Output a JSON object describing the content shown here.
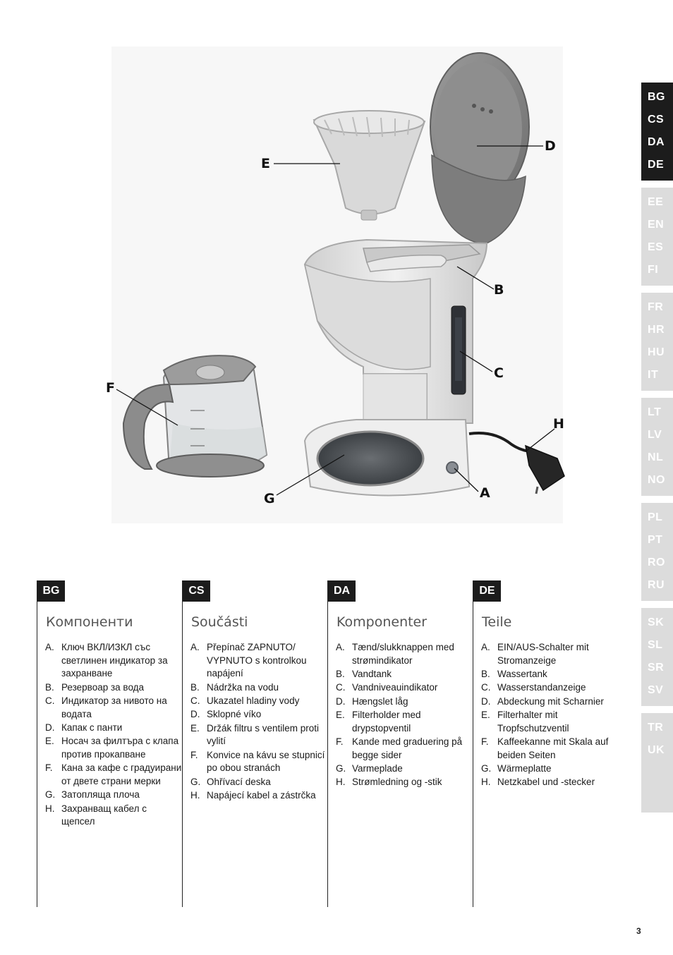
{
  "figure": {
    "callouts": [
      "A",
      "B",
      "C",
      "D",
      "E",
      "F",
      "G",
      "H"
    ]
  },
  "language_tabs": [
    {
      "codes": [
        "BG",
        "CS",
        "DA",
        "DE"
      ],
      "active": true
    },
    {
      "codes": [
        "EE",
        "EN",
        "ES",
        "FI"
      ],
      "active": false
    },
    {
      "codes": [
        "FR",
        "HR",
        "HU",
        "IT"
      ],
      "active": false
    },
    {
      "codes": [
        "LT",
        "LV",
        "NL",
        "NO"
      ],
      "active": false
    },
    {
      "codes": [
        "PL",
        "PT",
        "RO",
        "RU"
      ],
      "active": false
    },
    {
      "codes": [
        "SK",
        "SL",
        "SR",
        "SV"
      ],
      "active": false
    },
    {
      "codes": [
        "TR",
        "UK"
      ],
      "active": false
    }
  ],
  "sections": [
    {
      "lang": "BG",
      "title": "Компоненти",
      "items": [
        {
          "letter": "A.",
          "text": "Ключ ВКЛ/ИЗКЛ със светлинен индикатор за захранване"
        },
        {
          "letter": "B.",
          "text": "Резервоар за вода"
        },
        {
          "letter": "C.",
          "text": "Индикатор за нивото на водата"
        },
        {
          "letter": "D.",
          "text": "Капак с панти"
        },
        {
          "letter": "E.",
          "text": "Носач за филтъра с клапа против прокапване"
        },
        {
          "letter": "F.",
          "text": "Кана за кафе с градуирани от двете страни мерки"
        },
        {
          "letter": "G.",
          "text": "Затопляща плоча"
        },
        {
          "letter": "H.",
          "text": "Захранващ кабел с щепсел"
        }
      ]
    },
    {
      "lang": "CS",
      "title": "Součásti",
      "items": [
        {
          "letter": "A.",
          "text": "Přepínač ZAPNUTO/ VYPNUTO s kontrolkou napájení"
        },
        {
          "letter": "B.",
          "text": "Nádržka na vodu"
        },
        {
          "letter": "C.",
          "text": "Ukazatel hladiny vody"
        },
        {
          "letter": "D.",
          "text": "Sklopné víko"
        },
        {
          "letter": "E.",
          "text": "Držák filtru s ventilem proti vylití"
        },
        {
          "letter": "F.",
          "text": "Konvice na kávu se stupnicí po obou stranách"
        },
        {
          "letter": "G.",
          "text": "Ohřívací deska"
        },
        {
          "letter": "H.",
          "text": "Napájecí kabel a zástrčka"
        }
      ]
    },
    {
      "lang": "DA",
      "title": "Komponenter",
      "items": [
        {
          "letter": "A.",
          "text": "Tænd/slukknappen med strømindikator"
        },
        {
          "letter": "B.",
          "text": "Vandtank"
        },
        {
          "letter": "C.",
          "text": "Vandniveauindikator"
        },
        {
          "letter": "D.",
          "text": "Hængslet låg"
        },
        {
          "letter": "E.",
          "text": "Filterholder med drypstopventil"
        },
        {
          "letter": "F.",
          "text": "Kande med graduering på begge sider"
        },
        {
          "letter": "G.",
          "text": "Varmeplade"
        },
        {
          "letter": "H.",
          "text": "Strømledning og -stik"
        }
      ]
    },
    {
      "lang": "DE",
      "title": "Teile",
      "items": [
        {
          "letter": "A.",
          "text": "EIN/AUS-Schalter mit Stromanzeige"
        },
        {
          "letter": "B.",
          "text": "Wassertank"
        },
        {
          "letter": "C.",
          "text": "Wasserstandanzeige"
        },
        {
          "letter": "D.",
          "text": "Abdeckung mit Scharnier"
        },
        {
          "letter": "E.",
          "text": "Filterhalter mit Tropfschutzventil"
        },
        {
          "letter": "F.",
          "text": "Kaffeekanne mit Skala auf beiden Seiten"
        },
        {
          "letter": "G.",
          "text": "Wärmeplatte"
        },
        {
          "letter": "H.",
          "text": "Netzkabel und -stecker"
        }
      ]
    }
  ],
  "page_number": "3"
}
